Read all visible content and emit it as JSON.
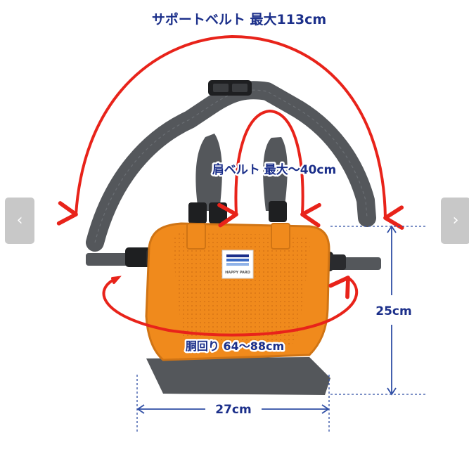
{
  "image": {
    "subject": "child-seat-harness-icon",
    "brand_tag": "HAPPY PARD",
    "colors": {
      "body_orange": "#f08a1c",
      "strap_gray": "#54575b",
      "arrow_red": "#e8231a",
      "label_blue": "#1b2f8a",
      "dim_blue": "#2f4ea5"
    }
  },
  "labels": {
    "support_belt": "サポートベルト 最大113cm",
    "shoulder_belt": "肩ベルト 最大〜40cm",
    "waist": "胴回り 64〜88cm",
    "height": "25cm",
    "width": "27cm"
  },
  "carousel": {
    "prev_icon": "chevron-left-icon",
    "next_icon": "chevron-right-icon"
  }
}
